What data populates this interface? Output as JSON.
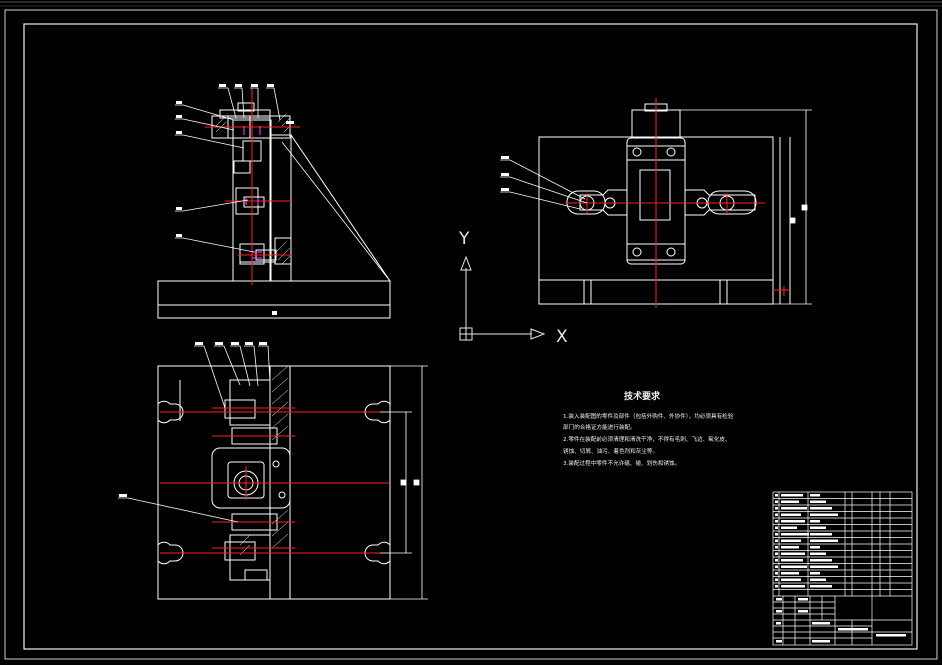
{
  "drawing": {
    "ucs": {
      "y_label": "Y",
      "x_label": "X"
    },
    "technical_requirements": {
      "title": "技术要求",
      "lines": [
        "1.装入装配图的零件及部件（包括外购件、外协件），均必须具有检验",
        "部门的合格证方能进行装配。",
        "2.零件在装配前必须清理和清洗干净，不得有毛刺、飞边、氧化皮、",
        "锈蚀、切屑、油污、着色剂和灰尘等。",
        "3.装配过程中零件不允许磕、碰、划伤和锈蚀。"
      ]
    }
  },
  "colors": {
    "background": "#000000",
    "line": "#ffffff",
    "centerline": "#ff2020",
    "hidden": "#ff40ff",
    "cyan": "#00ffff"
  }
}
